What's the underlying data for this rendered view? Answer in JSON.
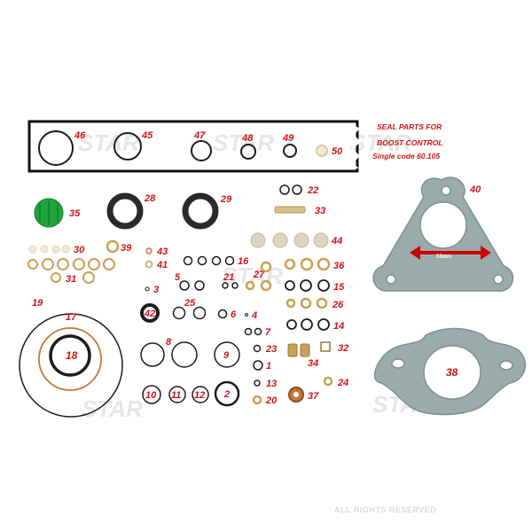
{
  "header": {
    "line1": "SEAL PARTS FOR",
    "line2": "BOOST CONTROL",
    "line3": "Single code 60.105"
  },
  "watermark": "STAR",
  "rights": "ALL RIGHTS RESERVED",
  "dimension": "50mm",
  "labels": {
    "n1": "1",
    "n2": "2",
    "n3": "3",
    "n4": "4",
    "n5": "5",
    "n6": "6",
    "n7": "7",
    "n8": "8",
    "n9": "9",
    "n10": "10",
    "n11": "11",
    "n12": "12",
    "n13": "13",
    "n14": "14",
    "n15": "15",
    "n16": "16",
    "n17": "17",
    "n18": "18",
    "n19": "19",
    "n20": "20",
    "n21": "21",
    "n22": "22",
    "n23": "23",
    "n24": "24",
    "n25": "25",
    "n26": "26",
    "n27": "27",
    "n28": "28",
    "n29": "29",
    "n30": "30",
    "n31": "31",
    "n32": "32",
    "n33": "33",
    "n34": "34",
    "n35": "35",
    "n36": "36",
    "n37": "37",
    "n38": "38",
    "n39": "39",
    "n40": "40",
    "n41": "41",
    "n42": "42",
    "n43": "43",
    "n44": "44",
    "n45": "45",
    "n46": "46",
    "n47": "47",
    "n48": "48",
    "n49": "49",
    "n50": "50"
  },
  "colors": {
    "label": "#d01414",
    "rubber": "#1c1c1c",
    "copper": "#c8763a",
    "brass": "#c9a055",
    "gasket": "#9aabab",
    "green_cap": "#1fa63a",
    "watermark": "#e6e6e6"
  }
}
